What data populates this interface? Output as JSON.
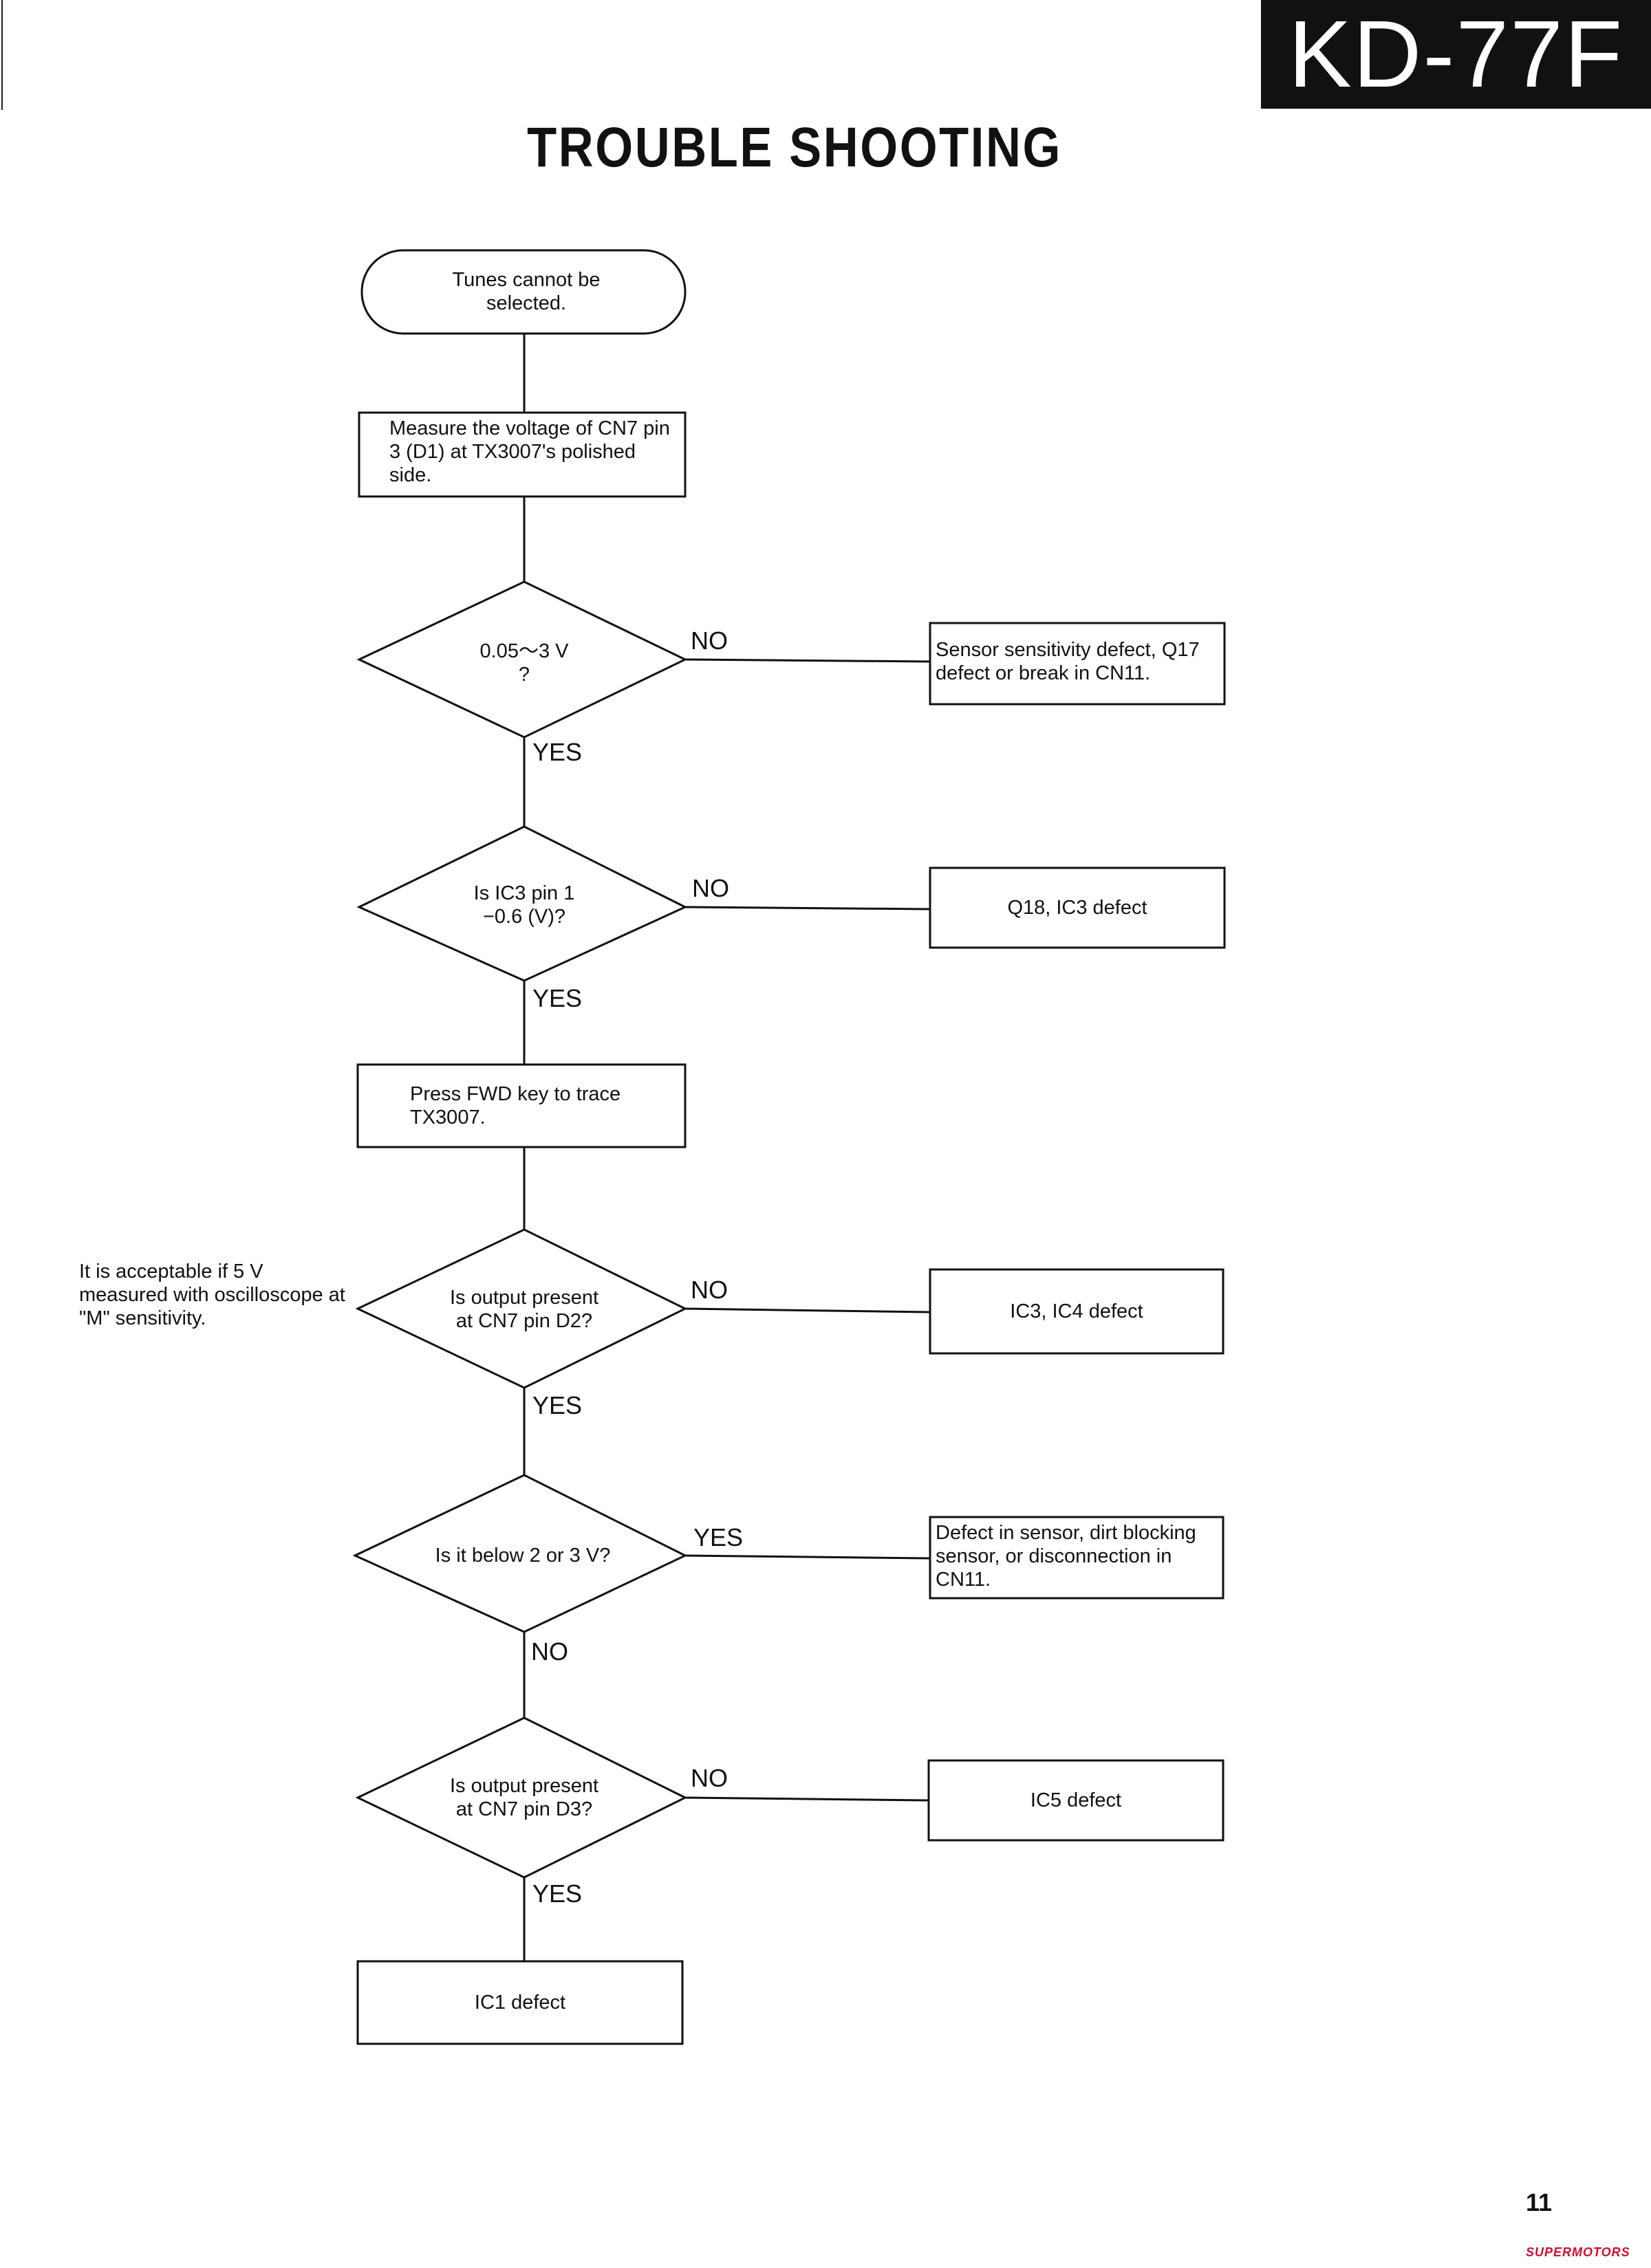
{
  "header": {
    "model": "KD-77F",
    "title": "TROUBLE SHOOTING"
  },
  "flowchart": {
    "start": "Tunes cannot be selected.",
    "step_measure": "Measure the voltage of CN7 pin 3 (D1) at TX3007's polished side.",
    "q1": {
      "line1": "0.05～3 V",
      "line2": "?"
    },
    "q1_no_result": "Sensor sensitivity defect, Q17 defect or break in CN11.",
    "q2": {
      "line1": "Is IC3 pin 1",
      "line2": "−0.6 (V)?"
    },
    "q2_no_result": "Q18, IC3 defect",
    "step_press": "Press FWD key to trace TX3007.",
    "q3": {
      "line1": "Is output present",
      "line2": "at CN7 pin D2?"
    },
    "q3_note": "It is acceptable if 5 V measured with oscilloscope at \"M\" sensitivity.",
    "q3_no_result": "IC3, IC4 defect",
    "q4": "Is it below 2 or 3 V?",
    "q4_yes_result": "Defect in sensor, dirt blocking sensor, or disconnection in CN11.",
    "q5": {
      "line1": "Is output present",
      "line2": "at CN7 pin D3?"
    },
    "q5_no_result": "IC5 defect",
    "end_result": "IC1 defect"
  },
  "branch_labels": {
    "q1_right": "NO",
    "q1_down": "YES",
    "q2_right": "NO",
    "q2_down": "YES",
    "q3_right": "NO",
    "q3_down": "YES",
    "q4_right": "YES",
    "q4_down": "NO",
    "q5_right": "NO",
    "q5_down": "YES"
  },
  "footer": {
    "page_number": "11",
    "logo": "SUPERMOTORS"
  }
}
